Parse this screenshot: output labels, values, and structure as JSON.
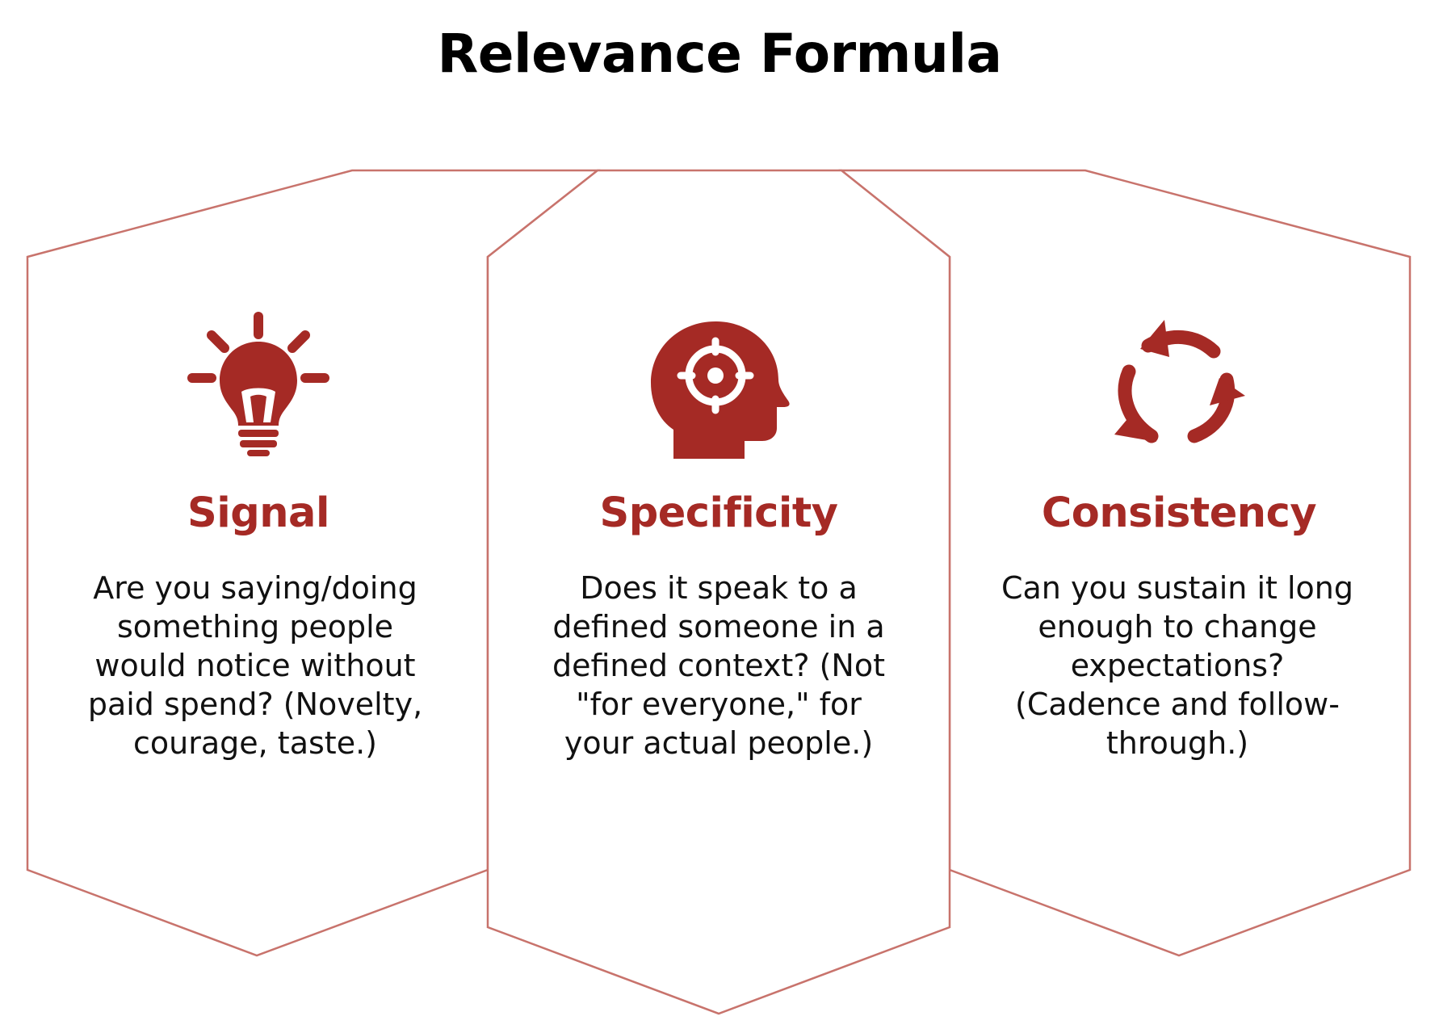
{
  "title": "Relevance Formula",
  "colors": {
    "accent": "#a52a25",
    "outline": "#c8736c",
    "text": "#111111"
  },
  "panels": [
    {
      "icon": "lightbulb-icon",
      "heading": "Signal",
      "description": "Are you saying/doing something people would notice without paid spend? (Novelty, courage, taste.)"
    },
    {
      "icon": "head-target-icon",
      "heading": "Specificity",
      "description": "Does it speak to a defined someone in a defined context? (Not \"for everyone,\" for your actual people.)"
    },
    {
      "icon": "cycle-arrows-icon",
      "heading": "Consistency",
      "description": "Can you sustain it long enough to change expectations? (Cadence and follow-through.)"
    }
  ]
}
